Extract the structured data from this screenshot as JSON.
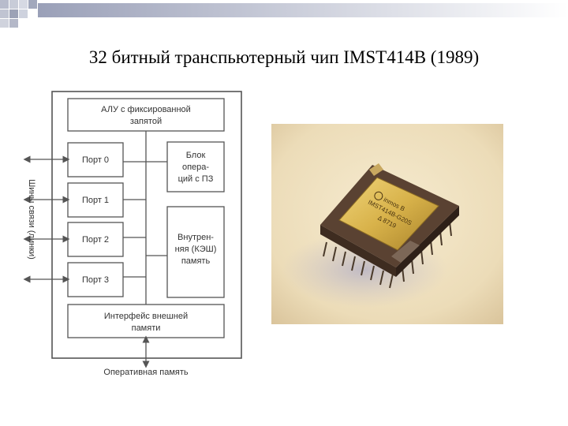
{
  "slide": {
    "title": "32 битный транспьютерный чип IMST414B (1989)"
  },
  "diagram": {
    "alu": {
      "line1": "АЛУ с фиксированной",
      "line2": "запятой"
    },
    "ports": [
      "Порт 0",
      "Порт 1",
      "Порт 2",
      "Порт 3"
    ],
    "fpu": {
      "line1": "Блок",
      "line2": "опера-",
      "line3": "ций с ПЗ"
    },
    "cache": {
      "line1": "Внутрен-",
      "line2": "няя (КЭШ)",
      "line3": "память"
    },
    "mem_interface": {
      "line1": "Интерфейс внешней",
      "line2": "памяти"
    },
    "ram_label": "Оперативная память",
    "bus_label": "Шины связи (линки)"
  },
  "photo": {
    "chip_text": {
      "line1": "inmos B",
      "line2": "IMST414B-G20S",
      "line3": "Δ 8719"
    },
    "colors": {
      "background": "#ecdcb8",
      "package": "#5a4232",
      "die": "#d8b24a"
    }
  }
}
